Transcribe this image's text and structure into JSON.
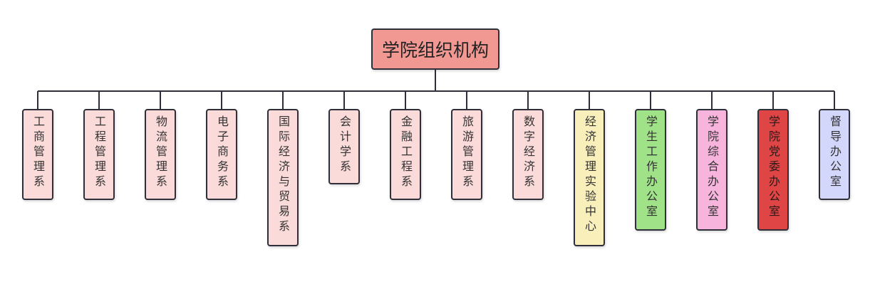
{
  "root": {
    "label": "学院组织机构",
    "color": "#f29893"
  },
  "departments": [
    {
      "label": "工商管理系",
      "color": "#fbdada"
    },
    {
      "label": "工程管理系",
      "color": "#fbdada"
    },
    {
      "label": "物流管理系",
      "color": "#fbdada"
    },
    {
      "label": "电子商务系",
      "color": "#fbdada"
    },
    {
      "label": "国际经济与贸易系",
      "color": "#fbdada"
    },
    {
      "label": "会计学系",
      "color": "#fbdada"
    },
    {
      "label": "金融工程系",
      "color": "#fbdada"
    },
    {
      "label": "旅游管理系",
      "color": "#fbdada"
    },
    {
      "label": "数字经济系",
      "color": "#fbdada"
    },
    {
      "label": "经济管理实验中心",
      "color": "#f8efbb"
    },
    {
      "label": "学生工作办公室",
      "color": "#9fe288"
    },
    {
      "label": "学院综合办公室",
      "color": "#f7b5dd"
    },
    {
      "label": "学院党委办公室",
      "color": "#e04545"
    },
    {
      "label": "督导办公室",
      "color": "#d3d7fb"
    }
  ]
}
